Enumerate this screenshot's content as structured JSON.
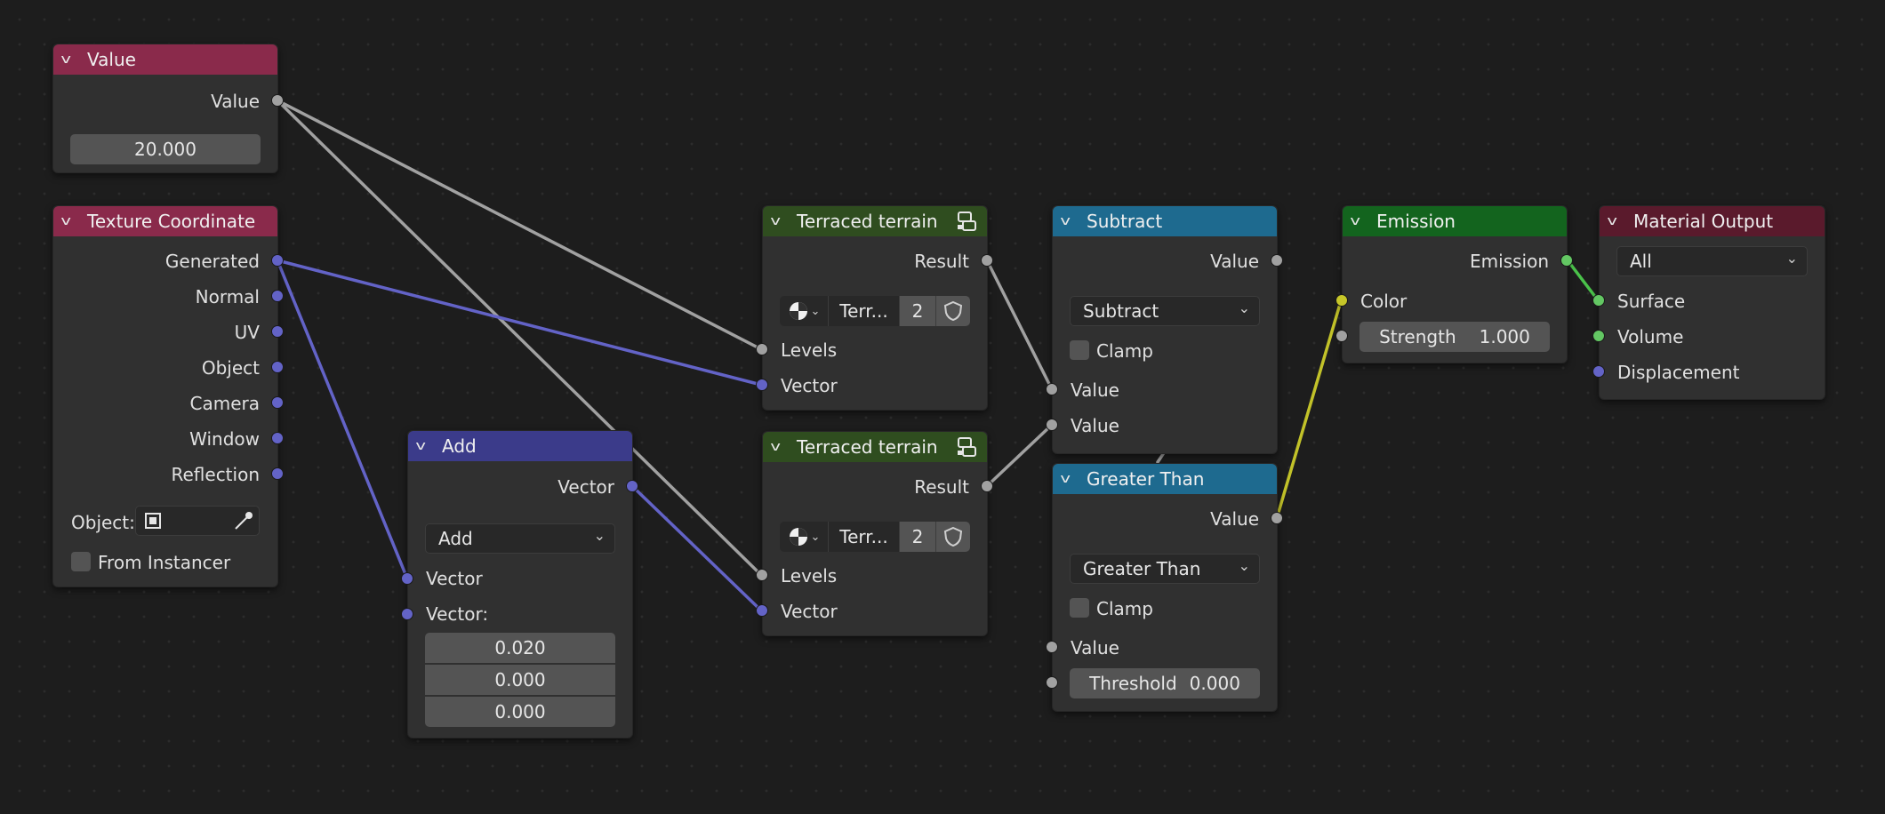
{
  "nodes": {
    "value": {
      "title": "Value",
      "output": "Value",
      "field": "20.000"
    },
    "texcoord": {
      "title": "Texture Coordinate",
      "outputs": [
        "Generated",
        "Normal",
        "UV",
        "Object",
        "Camera",
        "Window",
        "Reflection"
      ],
      "object_label": "Object:",
      "from_instancer": "From Instancer"
    },
    "add": {
      "title": "Add",
      "output": "Vector",
      "operation": "Add",
      "input_vector": "Vector",
      "input_vector2": "Vector:",
      "values": [
        "0.020",
        "0.000",
        "0.000"
      ]
    },
    "terraced1": {
      "title": "Terraced terrain",
      "output": "Result",
      "group_name": "Terr...",
      "user_count": "2",
      "inputs": [
        "Levels",
        "Vector"
      ]
    },
    "terraced2": {
      "title": "Terraced terrain",
      "output": "Result",
      "group_name": "Terr...",
      "user_count": "2",
      "inputs": [
        "Levels",
        "Vector"
      ]
    },
    "subtract": {
      "title": "Subtract",
      "output": "Value",
      "operation": "Subtract",
      "clamp": "Clamp",
      "inputs": [
        "Value",
        "Value"
      ]
    },
    "greater": {
      "title": "Greater Than",
      "output": "Value",
      "operation": "Greater Than",
      "clamp": "Clamp",
      "input_value": "Value",
      "threshold_label": "Threshold",
      "threshold_value": "0.000"
    },
    "emission": {
      "title": "Emission",
      "output": "Emission",
      "input_color": "Color",
      "strength_label": "Strength",
      "strength_value": "1.000"
    },
    "matout": {
      "title": "Material Output",
      "target": "All",
      "inputs": [
        "Surface",
        "Volume",
        "Displacement"
      ]
    }
  },
  "colors": {
    "background": "#1d1d1d",
    "node_body": "#303030",
    "header_input": "#8a2a4b",
    "header_vector": "#3b3b8a",
    "header_group": "#2f4d1f",
    "header_converter": "#1e6a8f",
    "header_shader": "#13641e",
    "header_output": "#5a1a2c",
    "link_gray": "#a1a1a1",
    "link_blue": "#6363c7",
    "link_green": "#4ac24a",
    "link_yellow": "#c2c229"
  }
}
